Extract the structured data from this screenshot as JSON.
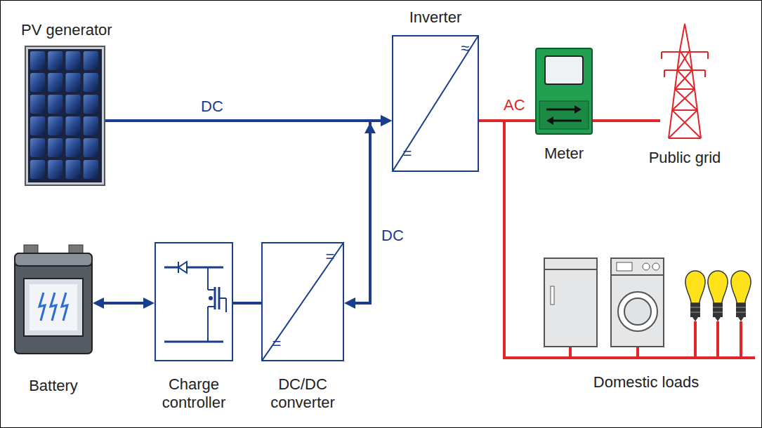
{
  "diagram": {
    "nodes": [
      {
        "text": [
          "PV generator"
        ]
      },
      {
        "text": [
          "Inverter",
          "≈",
          "="
        ]
      },
      {
        "text": [
          "Meter"
        ]
      },
      {
        "text": [
          "Public grid"
        ]
      },
      {
        "text": [
          "Battery"
        ]
      },
      {
        "text": [
          "Charge controller"
        ]
      },
      {
        "text": [
          "DC/DC converter",
          "=",
          "="
        ]
      },
      {
        "text": [
          "Domestic loads"
        ]
      }
    ],
    "edges": [
      {
        "from": 0,
        "to": 1,
        "arrow": "to",
        "label": "DC"
      },
      {
        "from": 6,
        "to": 1,
        "arrow": "both",
        "label": "DC"
      },
      {
        "from": 1,
        "to": 2,
        "arrow": "none",
        "label": "AC"
      },
      {
        "from": 2,
        "to": 3,
        "arrow": "none"
      },
      {
        "from": 1,
        "to": 7,
        "arrow": "none"
      },
      {
        "from": 4,
        "to": 5,
        "arrow": "both"
      },
      {
        "from": 5,
        "to": 6,
        "arrow": "none"
      }
    ]
  }
}
